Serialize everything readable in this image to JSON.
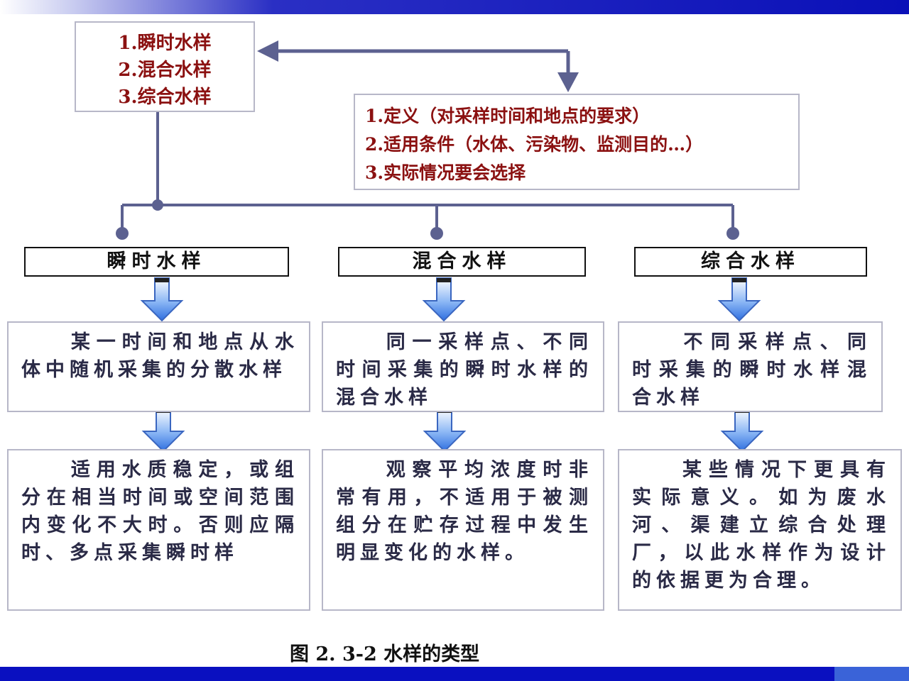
{
  "figure": {
    "caption": "图 2. 3-2  水样的类型"
  },
  "top_list": {
    "items": [
      "1.瞬时水样",
      "2.混合水样",
      "3.综合水样"
    ]
  },
  "criteria": {
    "items": [
      "1.定义（对采样时间和地点的要求）",
      "2.适用条件（水体、污染物、监测目的…）",
      "3.实际情况要会选择"
    ]
  },
  "columns": [
    {
      "header": "瞬时水样",
      "definition": "某一时间和地点从水体中随机采集的分散水样",
      "application": "适用水质稳定，或组分在相当时间或空间范围内变化不大时。否则应隔时、多点采集瞬时样"
    },
    {
      "header": "混合水样",
      "definition": "同一采样点、不同时间采集的瞬时水样的混合水样",
      "application": "观察平均浓度时非常有用，不适用于被测组分在贮存过程中发生明显变化的水样。"
    },
    {
      "header": "综合水样",
      "definition": "不同采样点、同时采集的瞬时水样混合水样",
      "application": "某些情况下更具有实际意义。如为废水河、渠建立综合处理厂，以此水样作为设计的依据更为合理。"
    }
  ],
  "colors": {
    "accent_red": "#8b1111",
    "line_color": "#5c6190",
    "arrow_blue": "#4a86e8",
    "bar_blue": "#0a10c0"
  }
}
